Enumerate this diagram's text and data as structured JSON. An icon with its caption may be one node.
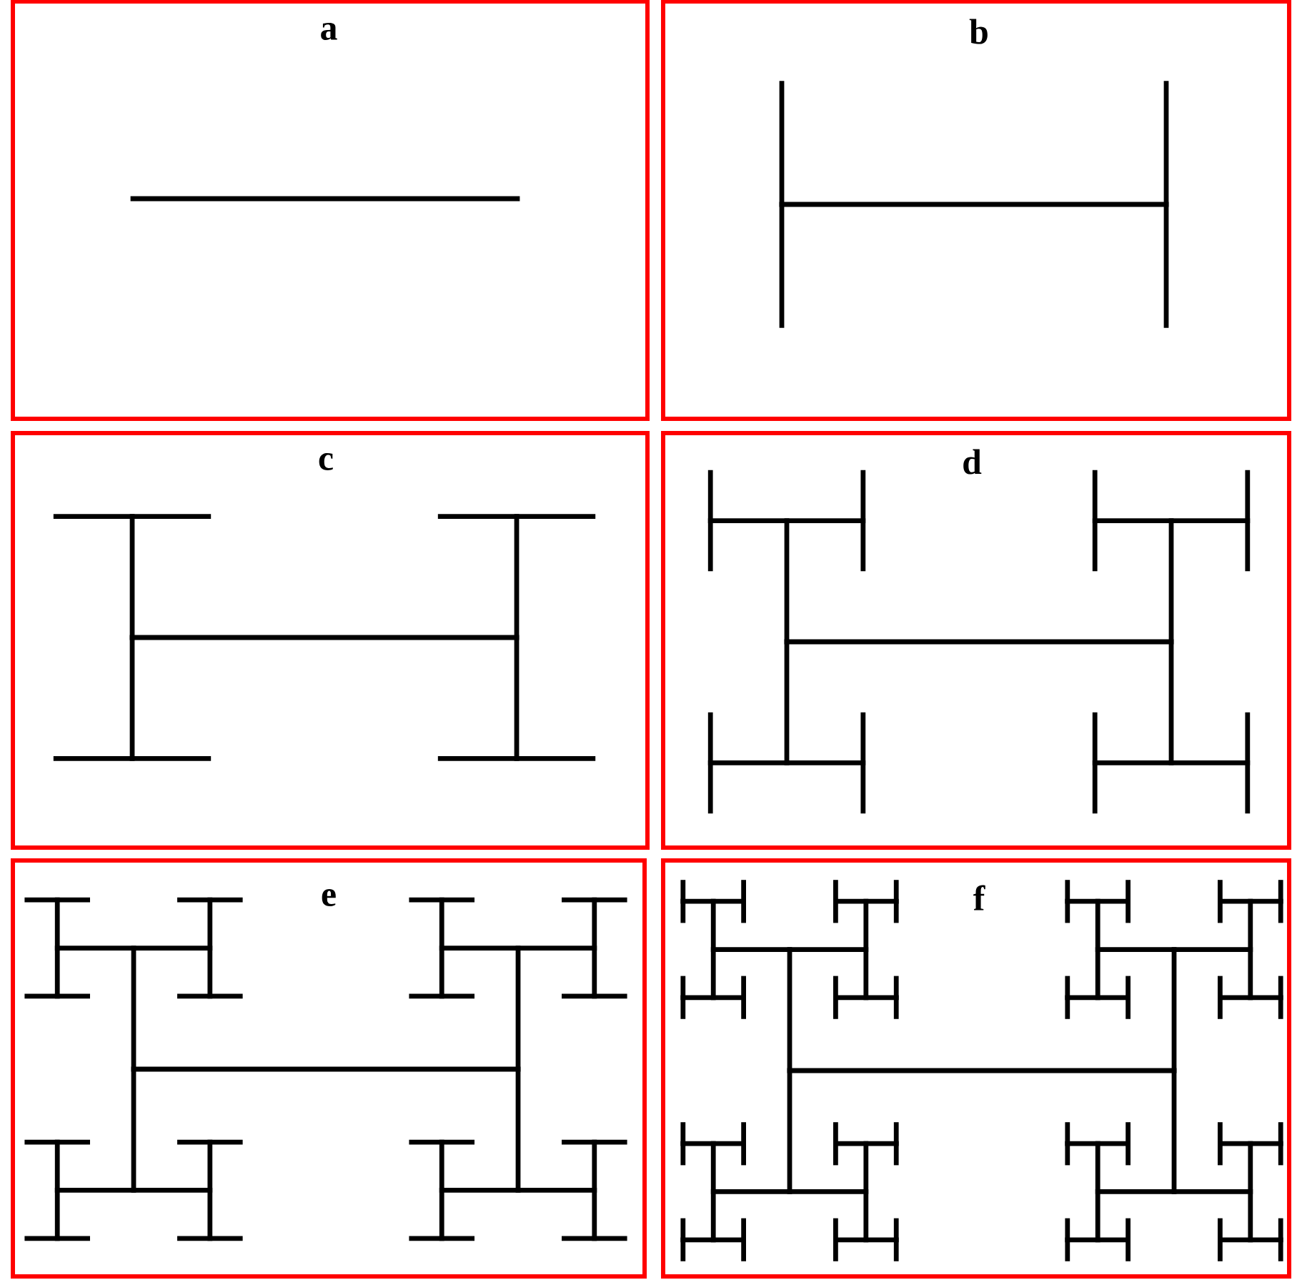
{
  "diagram": {
    "nodes": [
      {
        "text": [
          "a"
        ]
      },
      {
        "text": [
          "b"
        ]
      },
      {
        "text": [
          "c"
        ]
      },
      {
        "text": [
          "d"
        ]
      },
      {
        "text": [
          "e"
        ]
      },
      {
        "text": [
          "f"
        ]
      }
    ]
  }
}
